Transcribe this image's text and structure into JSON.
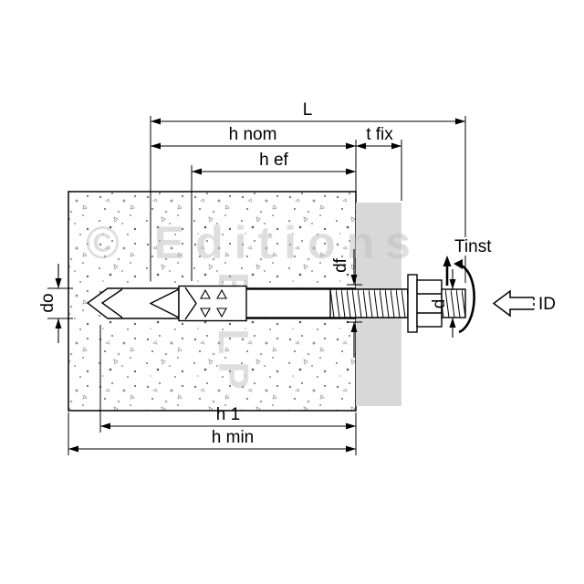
{
  "diagram": {
    "watermark": {
      "line1": "© Editions",
      "line2": "BILP"
    },
    "labels": {
      "L": "L",
      "h_nom": "h nom",
      "t_fix": "t fix",
      "h_ef": "h ef",
      "df": "df",
      "do": "do",
      "d": "d",
      "h_1": "h 1",
      "h_min": "h min",
      "tinst": "Tinst",
      "id": "ID"
    },
    "colors": {
      "line": "#000000",
      "fixture_plate": "#d8d8d8",
      "watermark": "#bfbfbf",
      "background": "#ffffff"
    }
  }
}
